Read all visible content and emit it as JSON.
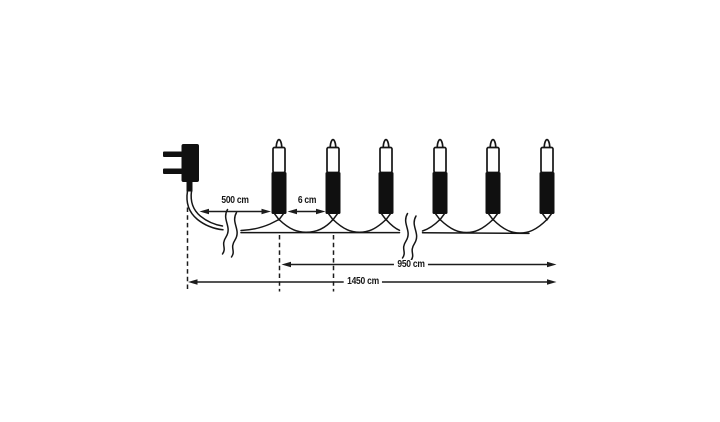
{
  "diagram": {
    "kind": "string-lights-dimension-diagram",
    "bulb_count": 6,
    "icons": {
      "plug": "uk-plug-icon",
      "bulb": "bulb-icon",
      "break": "cable-break-mark"
    },
    "measurements": {
      "lead_label": "500 cm",
      "spacing_label": "6 cm",
      "lit_length_label": "950 cm",
      "total_length_label": "1450 cm"
    },
    "colors": {
      "line": "#161616",
      "fill": "#101010",
      "background": "#ffffff"
    }
  }
}
